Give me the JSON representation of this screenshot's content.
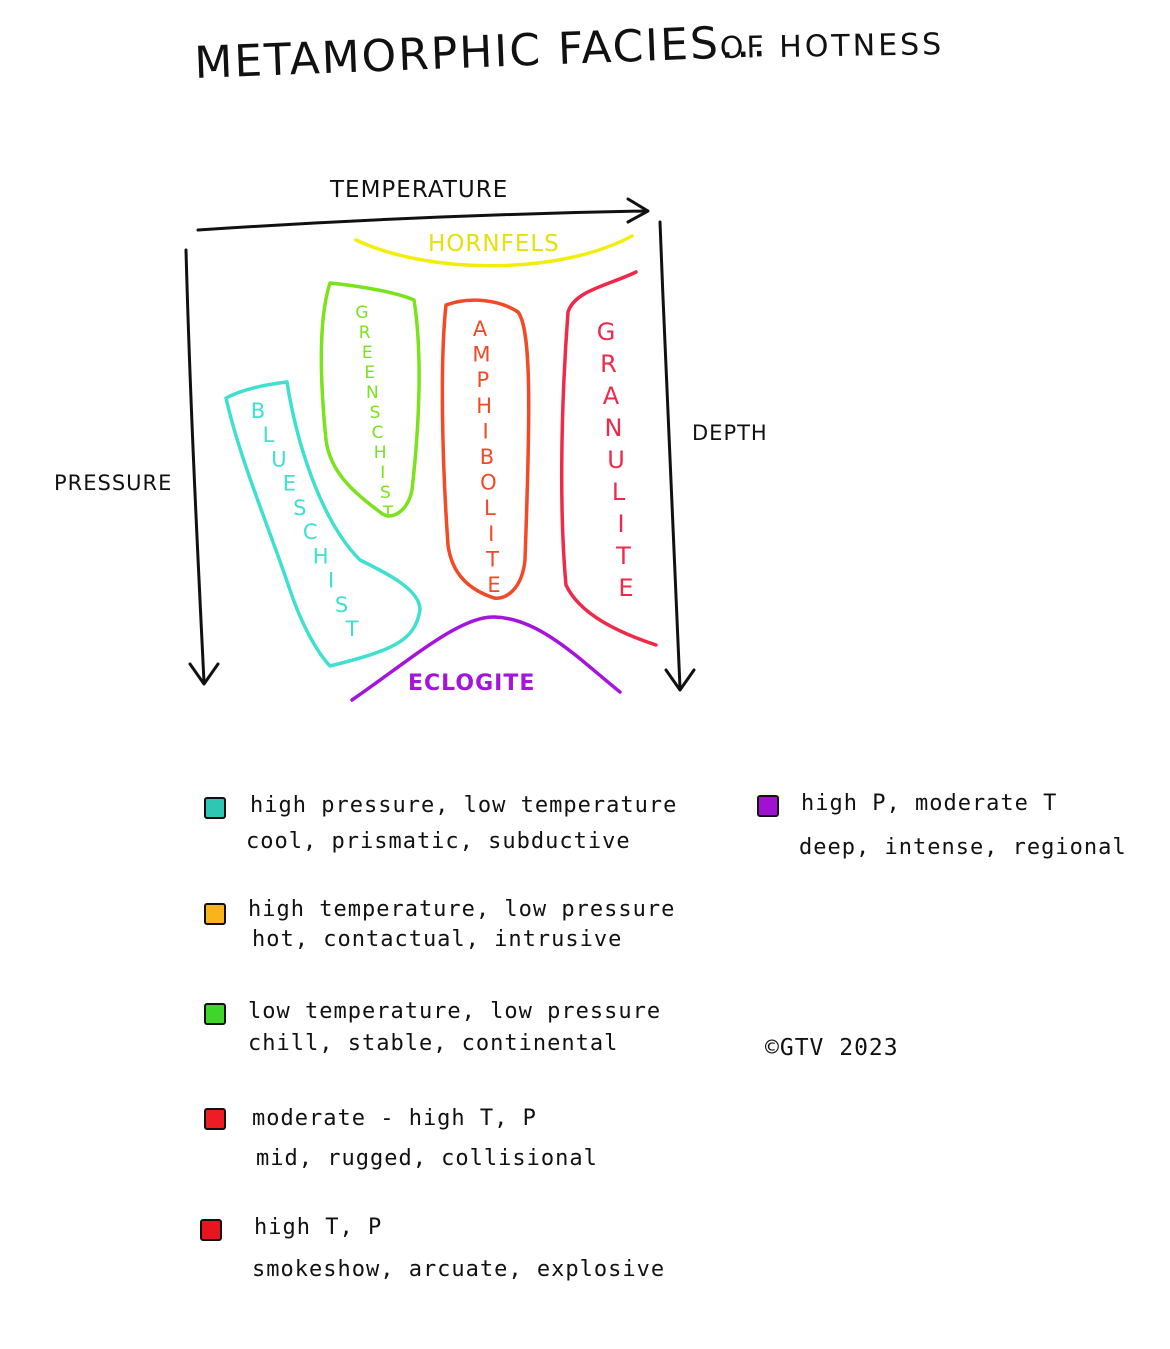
{
  "title": {
    "main": "METAMORPHIC FACIES...",
    "sub": "OF HOTNESS"
  },
  "axes": {
    "temperature": "TEMPERATURE",
    "pressure": "PRESSURE",
    "depth": "DEPTH"
  },
  "facies": {
    "hornfels": {
      "label": "HORNFELS",
      "color": "#f2ee0c"
    },
    "greenschist": {
      "label": "GREENSCHIST",
      "color": "#7be21c"
    },
    "amphibolite": {
      "label": "AMPHIBOLITE",
      "color": "#f24a26"
    },
    "granulite": {
      "label": "GRANULITE",
      "color": "#ee2a4a"
    },
    "blueschist": {
      "label": "BLUESCHIST",
      "color": "#3fe0d0"
    },
    "eclogite": {
      "label": "ECLOGITE",
      "color": "#a514dc"
    }
  },
  "legend": [
    {
      "color": "#2ec7b4",
      "line1": "high pressure, low temperature",
      "line2": "cool, prismatic, subductive"
    },
    {
      "color": "#f7b51a",
      "line1": "high temperature, low pressure",
      "line2": "hot, contactual, intrusive"
    },
    {
      "color": "#3fd62a",
      "line1": "low temperature, low pressure",
      "line2": "chill, stable, continental"
    },
    {
      "color": "#ee1c24",
      "line1": "moderate - high T, P",
      "line2": "mid, rugged, collisional"
    },
    {
      "color": "#e8141f",
      "line1": "high T, P",
      "line2": "smokeshow, arcuate, explosive"
    },
    {
      "color": "#a012cf",
      "line1": "high P, moderate T",
      "line2": "deep, intense, regional"
    }
  ],
  "copyright": "©GTV 2023"
}
